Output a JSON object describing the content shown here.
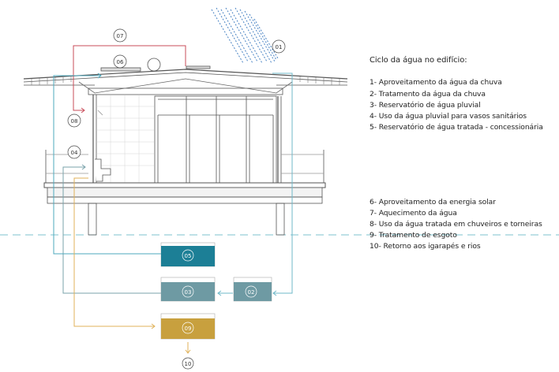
{
  "legend": {
    "title": "Ciclo da água no edifício:",
    "group1": [
      "1- Aproveitamento da água da chuva",
      "2- Tratamento da água da chuva",
      "3- Reservatório de água pluvial",
      "4- Uso da água pluvial para vasos sanitários",
      "5- Reservatório de água tratada - concessionária"
    ],
    "group2": [
      "6- Aproveitamento da energia solar",
      "7- Aquecimento da água",
      "8- Uso da água tratada em chuveiros e torneiras",
      "9- Tratamento de esgoto",
      "10- Retorno aos igarapés e rios"
    ]
  },
  "markers": {
    "m01": "01",
    "m02": "02",
    "m03": "03",
    "m04": "04",
    "m05": "05",
    "m06": "06",
    "m07": "07",
    "m08": "08",
    "m09": "09",
    "m10": "10"
  },
  "colors": {
    "rain": "#4a84c4",
    "pluvial_line": "#6fb8c8",
    "solar_line": "#c94c5a",
    "treated_line": "#4ea9bd",
    "sewage_line": "#e0b25a",
    "tank_treated": "#1c7f96",
    "tank_pluvial": "#6e9aa3",
    "tank_sewage": "#c8a03e",
    "water_level": "#7ec3cf"
  }
}
